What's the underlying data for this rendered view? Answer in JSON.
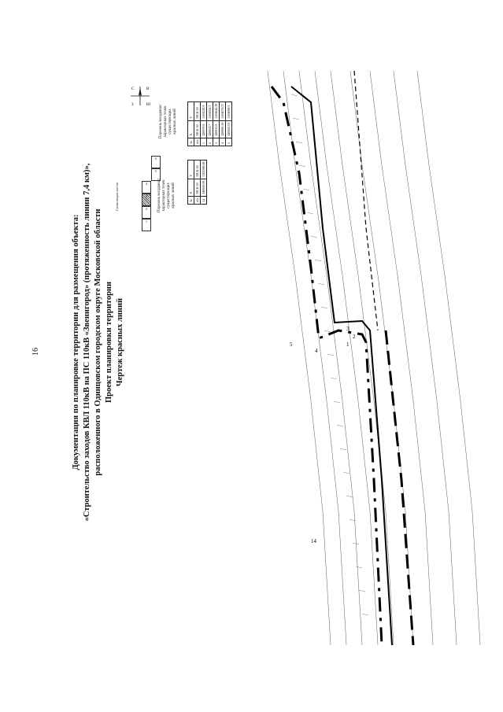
{
  "page_number": "16",
  "title": {
    "line1": "Документация по планировке территории для размещения объекта:",
    "line2": "«Строительство заходов КВЛ 110кВ на ПС 110кВ «Звенигород» (протяженность линии 7,4 км)»,",
    "line3": "расположенного в Одинцовском городском округе Московской области",
    "line4": "Проект планировки территории",
    "line5": "Чертеж красных линий"
  },
  "scheme": {
    "label": "Схема сводки листов",
    "sheets": [
      "1",
      "2",
      "3",
      "4",
      "5",
      "6"
    ]
  },
  "compass": {
    "n": "С",
    "s": "Ю",
    "e": "В",
    "w": "З"
  },
  "table_left": {
    "title": [
      "Перечень координат",
      "характерных точек",
      "существующих",
      "красных линий"
    ],
    "header": [
      "№",
      "X",
      "Y"
    ],
    "subheader": [
      "п/п",
      "МСК-50",
      "МСК-50"
    ],
    "rows": [
      [
        "14",
        "446950.06",
        "2163588.08"
      ]
    ]
  },
  "table_right": {
    "title": [
      "Перечень координат",
      "характерных точек",
      "существующих",
      "красных линий"
    ],
    "header": [
      "№",
      "X",
      "Y"
    ],
    "subheader": [
      "п/п",
      "МСК-50",
      "МСК-50"
    ],
    "rows": [
      [
        "1",
        "446979.9",
        "2164528.9"
      ],
      [
        "2",
        "446954.7",
        "2164594.3"
      ],
      [
        "3",
        "446913.8",
        "2164644.18"
      ],
      [
        "4",
        "446890.56",
        "2164679.37"
      ],
      [
        "5",
        "446920.02",
        "2164698.3"
      ]
    ]
  },
  "drawing_labels": {
    "point_1": "1",
    "point_2": "2",
    "point_3": "3",
    "point_4": "4",
    "point_5": "5",
    "point_14": "14"
  },
  "colors": {
    "ink": "#111111",
    "paper": "#ffffff"
  }
}
